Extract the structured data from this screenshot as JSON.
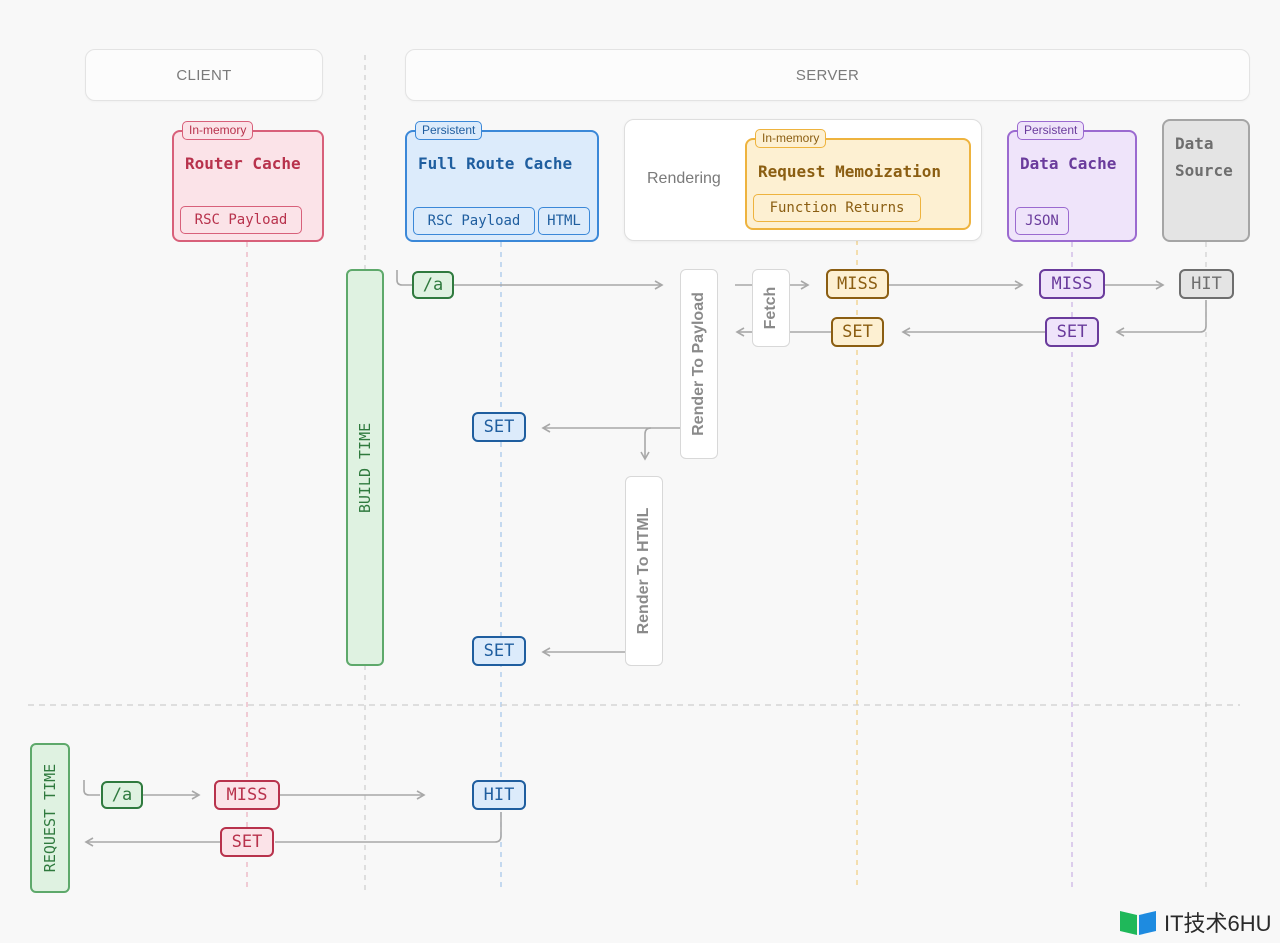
{
  "headers": {
    "client": "CLIENT",
    "server": "SERVER"
  },
  "router_cache": {
    "tag": "In-memory",
    "title": "Router Cache",
    "items": [
      "RSC Payload"
    ]
  },
  "full_route_cache": {
    "tag": "Persistent",
    "title": "Full Route Cache",
    "items": [
      "RSC Payload",
      "HTML"
    ]
  },
  "rendering": {
    "label": "Rendering",
    "memo": {
      "tag": "In-memory",
      "title": "Request Memoization",
      "items": [
        "Function Returns"
      ]
    }
  },
  "data_cache": {
    "tag": "Persistent",
    "title": "Data Cache",
    "items": [
      "JSON"
    ]
  },
  "data_source": {
    "title_line1": "Data",
    "title_line2": "Source"
  },
  "build_time": {
    "label": "BUILD TIME",
    "route": "/a",
    "memo_miss": "MISS",
    "memo_set": "SET",
    "data_miss": "MISS",
    "data_set": "SET",
    "source_hit": "HIT",
    "fetch_label": "Fetch",
    "render_payload_label": "Render To Payload",
    "render_html_label": "Render To HTML",
    "frc_set_payload": "SET",
    "frc_set_html": "SET"
  },
  "request_time": {
    "label": "REQUEST TIME",
    "route": "/a",
    "router_miss": "MISS",
    "router_set": "SET",
    "frc_hit": "HIT"
  },
  "watermark": {
    "text": "IT技术6HU"
  },
  "colors": {
    "pink": "#d8607a",
    "blue": "#3b88d8",
    "amber": "#eeb33e",
    "purple": "#9b6ad0",
    "gray": "#a5a5a5",
    "green": "#5ea96b",
    "arrow": "#a8a8a8"
  }
}
